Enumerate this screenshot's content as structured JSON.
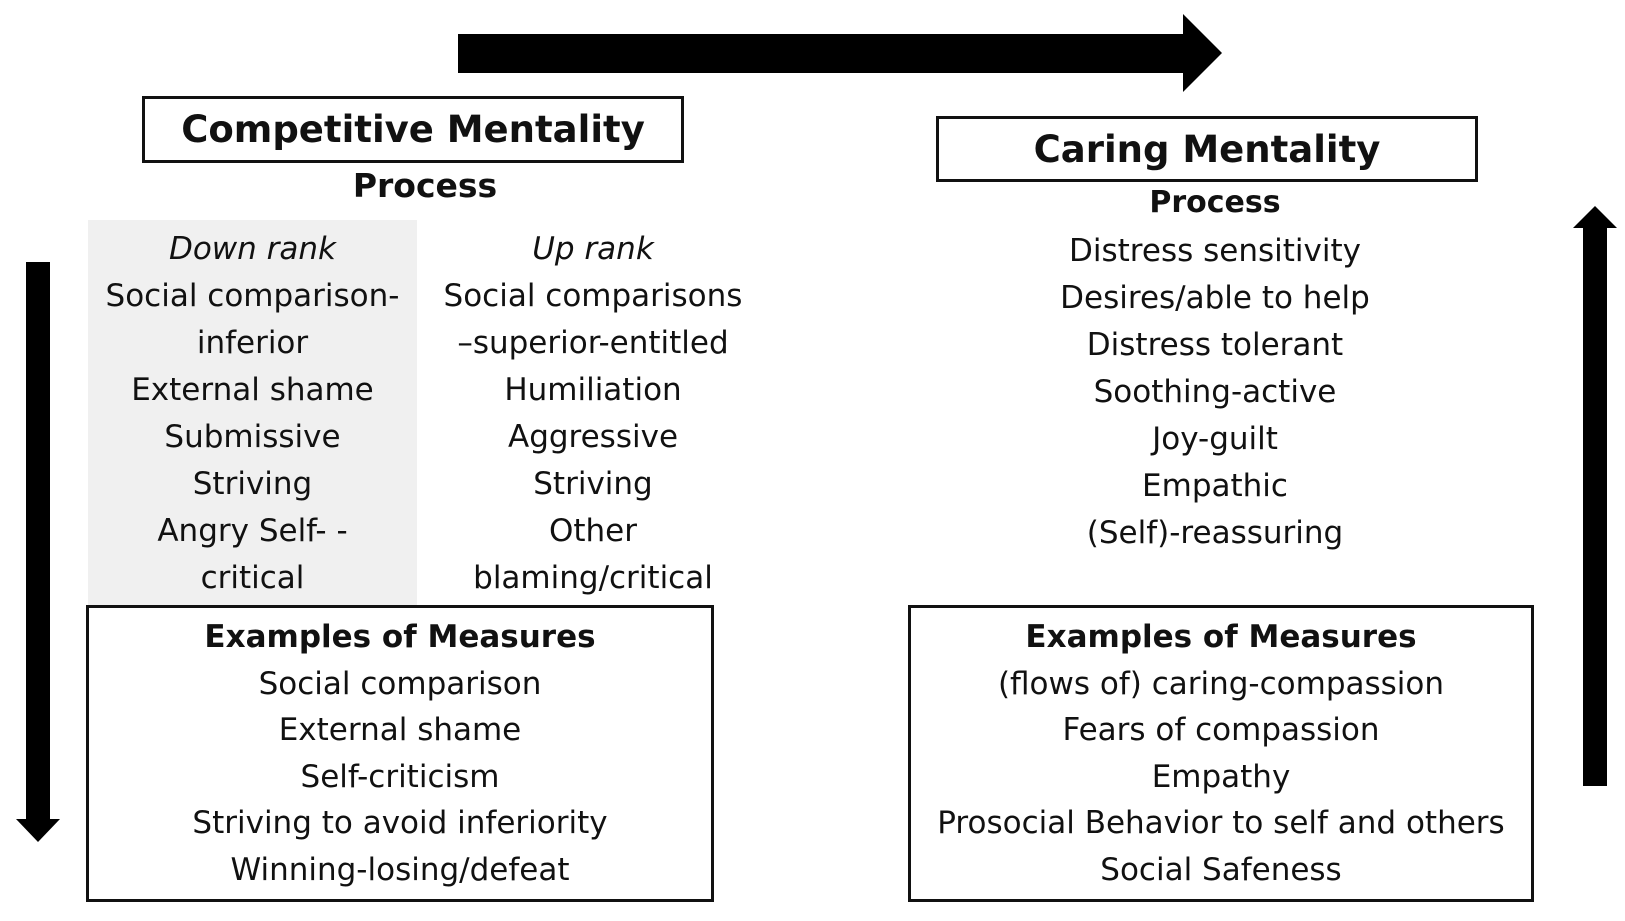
{
  "competitive": {
    "title": "Competitive Mentality",
    "process_heading": "Process",
    "down_rank": {
      "heading": "Down rank",
      "items": [
        "Social comparison-",
        "inferior",
        "External shame",
        "Submissive",
        "Striving",
        "Angry Self- -",
        "critical"
      ]
    },
    "up_rank": {
      "heading": "Up rank",
      "items": [
        "Social comparisons",
        "–superior-entitled",
        "Humiliation",
        "Aggressive",
        "Striving",
        "Other",
        "blaming/critical"
      ]
    },
    "measures": {
      "title": "Examples of Measures",
      "items": [
        "Social comparison",
        "External shame",
        "Self-criticism",
        "Striving to avoid inferiority",
        "Winning-losing/defeat"
      ]
    }
  },
  "caring": {
    "title": "Caring Mentality",
    "process_heading": "Process",
    "process_items": [
      "Distress sensitivity",
      "Desires/able to help",
      "Distress tolerant",
      "Soothing-active",
      "Joy-guilt",
      "Empathic",
      "(Self)-reassuring"
    ],
    "measures": {
      "title": "Examples of Measures",
      "items": [
        "(flows of) caring-compassion",
        "Fears of compassion",
        "Empathy",
        "Prosocial Behavior to self and others",
        "Social Safeness"
      ]
    }
  }
}
